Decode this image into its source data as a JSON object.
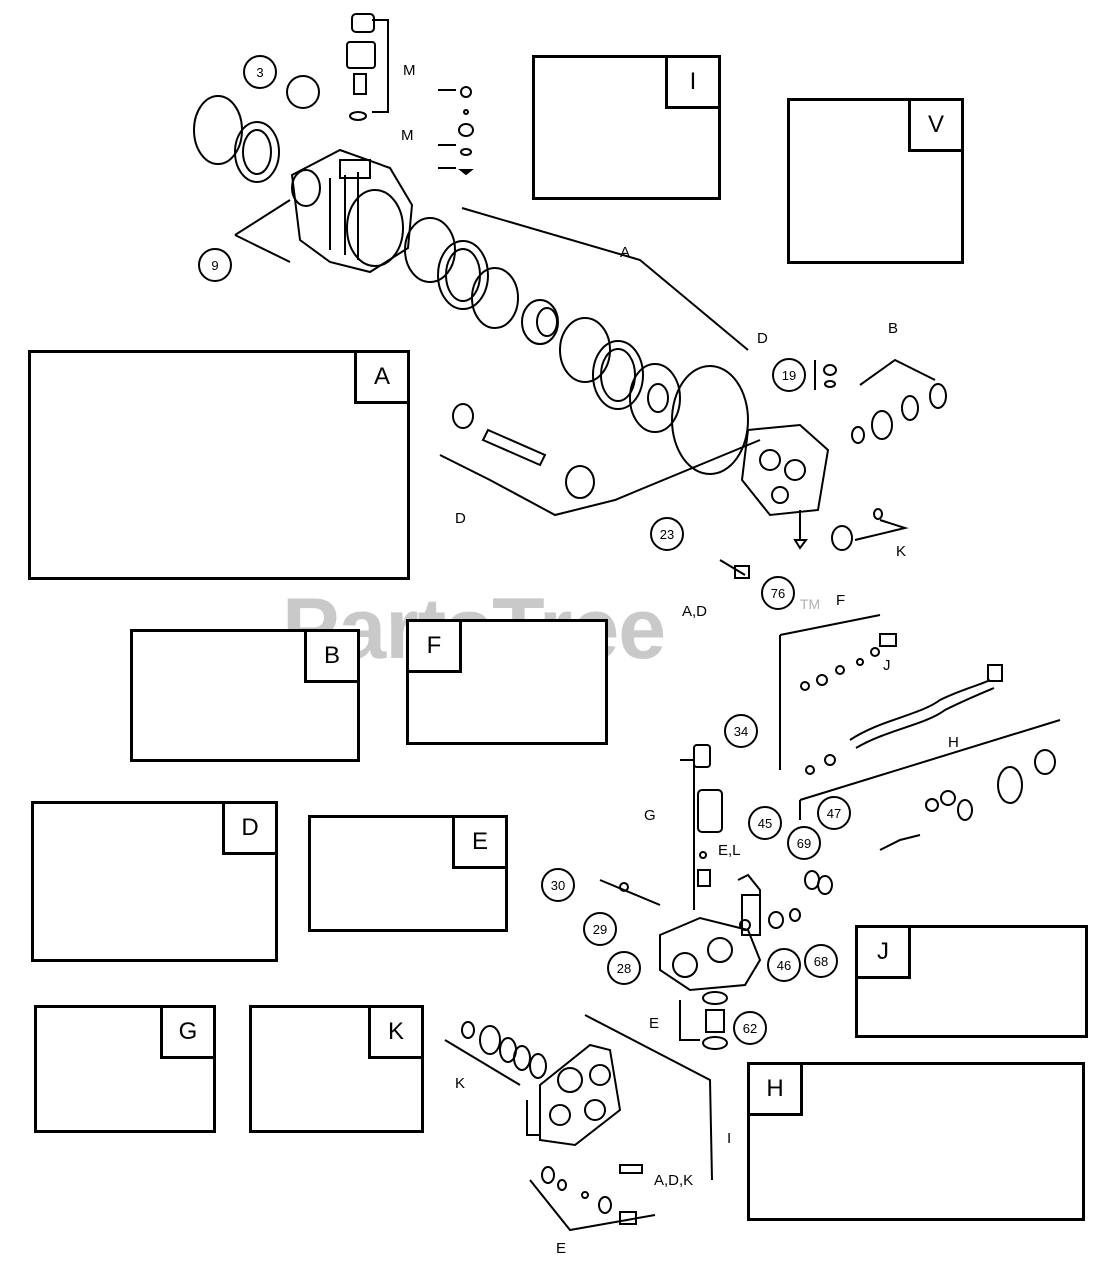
{
  "watermark": {
    "text": "PartsTree",
    "tm": "TM"
  },
  "callouts": {
    "c3": "3",
    "c1": "",
    "c9": "9",
    "c19": "19",
    "c23": "23",
    "c76": "76",
    "c34": "34",
    "c45": "45",
    "c47": "47",
    "c69": "69",
    "c30": "30",
    "c29": "29",
    "c28": "28",
    "c46": "46",
    "c68": "68",
    "c62": "62"
  },
  "letters": {
    "m1": "M",
    "m2": "M",
    "a": "A",
    "b": "B",
    "d1": "D",
    "d2": "D",
    "k1": "K",
    "ad": "A,D",
    "f": "F",
    "j": "J",
    "h": "H",
    "g": "G",
    "el": "E,L",
    "e1": "E",
    "k2": "K",
    "i": "I",
    "adk": "A,D,K",
    "e2": "E"
  },
  "kits": {
    "I": "I",
    "V": "V",
    "A": "A",
    "B": "B",
    "F": "F",
    "D": "D",
    "E": "E",
    "J": "J",
    "G": "G",
    "K": "K",
    "H": "H"
  }
}
